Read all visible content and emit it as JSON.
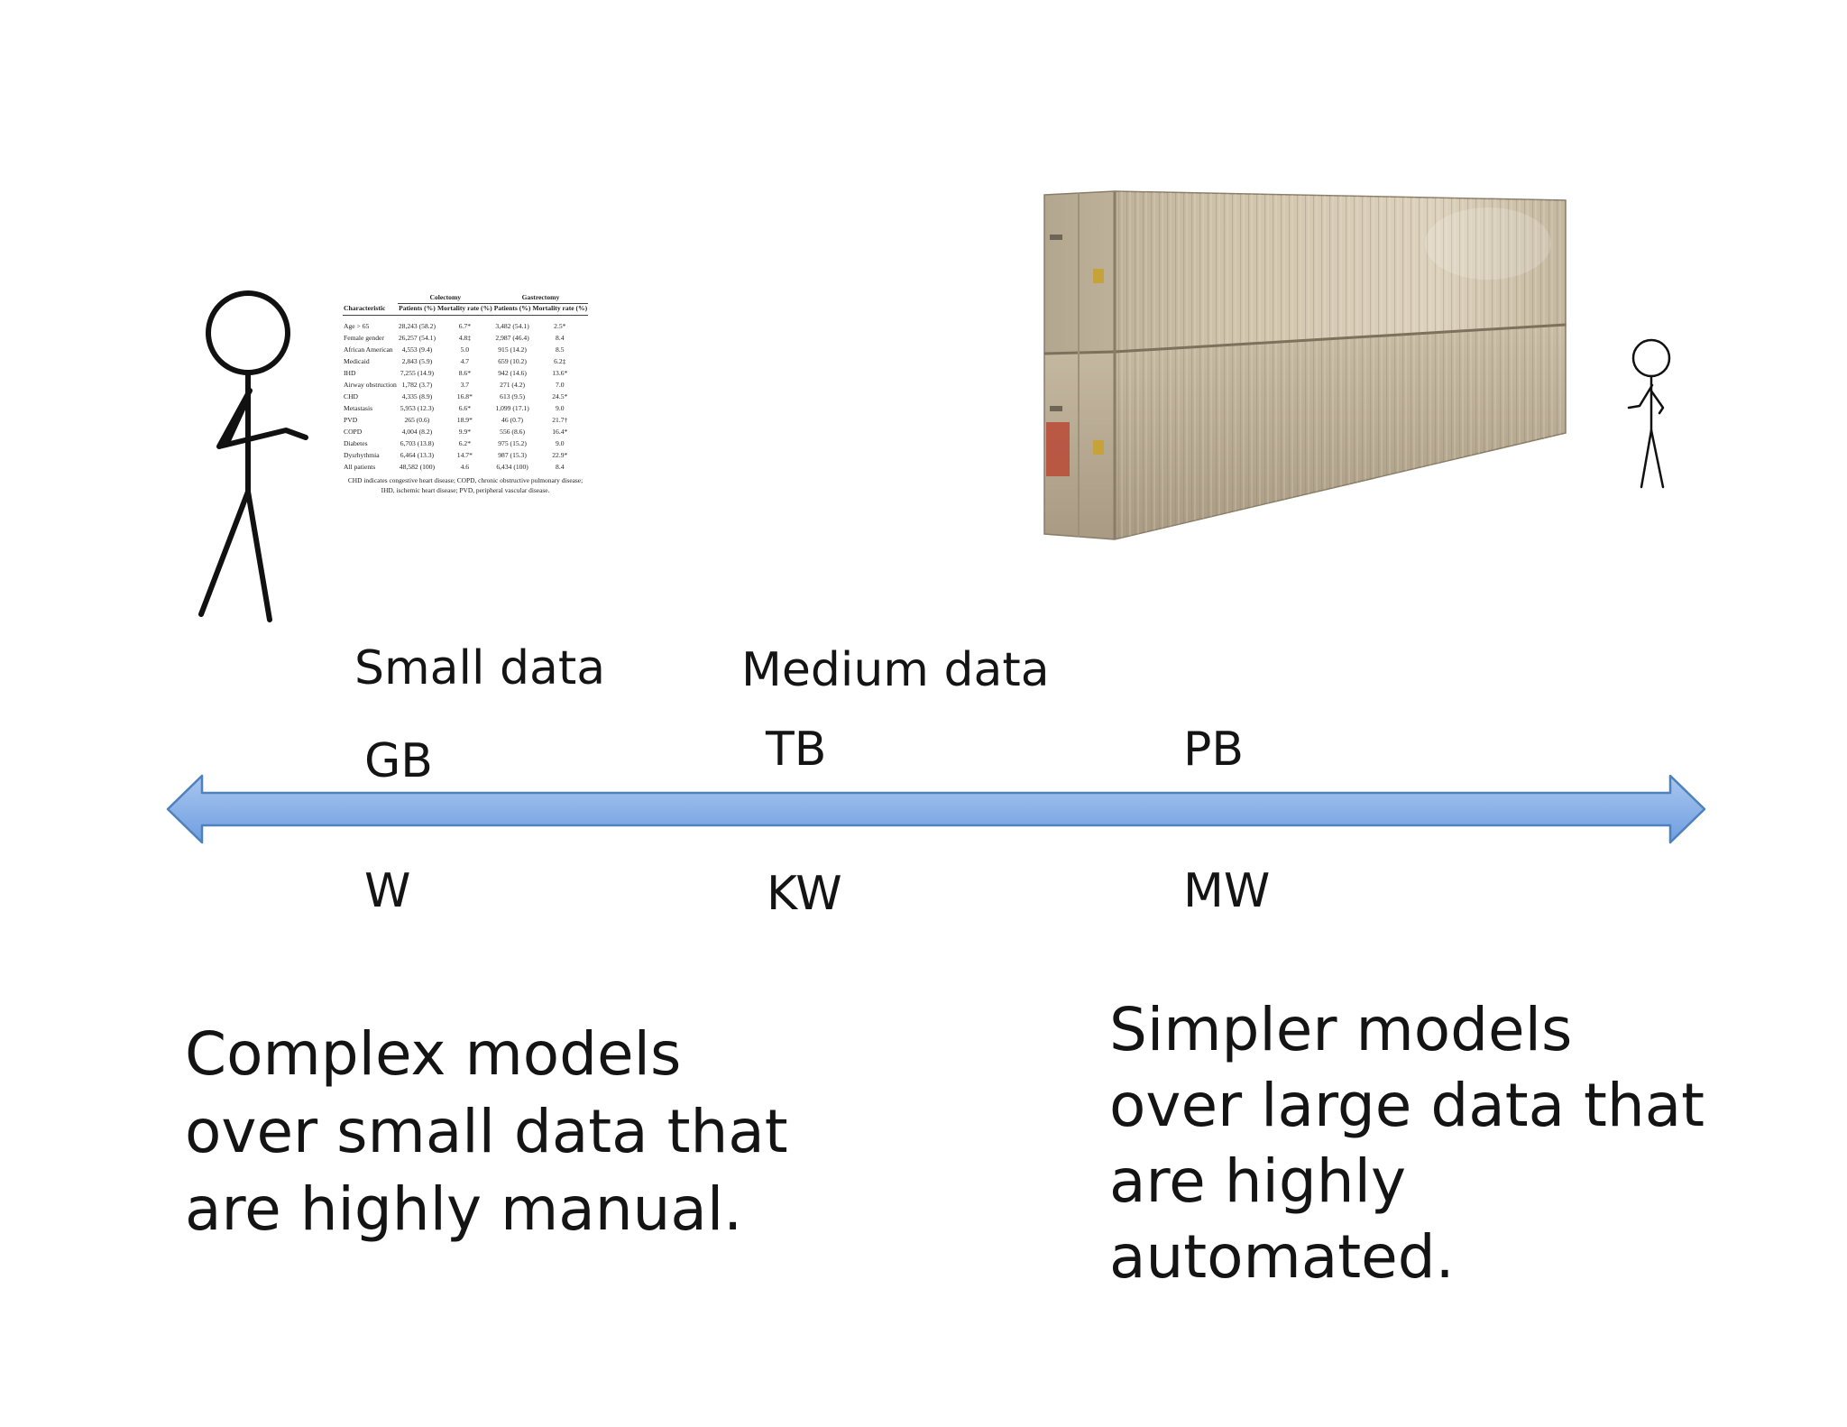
{
  "scale_labels": {
    "small_data": "Small data",
    "medium_data": "Medium data",
    "gb": "GB",
    "tb": "TB",
    "pb": "PB",
    "w": "W",
    "kw": "KW",
    "mw": "MW"
  },
  "captions": {
    "left": [
      "Complex models",
      "over small data that",
      "are highly manual."
    ],
    "right": [
      "Simpler models",
      "over large data that",
      "are highly",
      "automated."
    ]
  },
  "mini_table": {
    "group_headers": [
      "Colectomy",
      "Gastrectomy"
    ],
    "columns": [
      "Characteristic",
      "Patients (%)",
      "Mortality rate (%)",
      "Patients (%)",
      "Mortality rate (%)"
    ],
    "rows": [
      [
        "Age > 65",
        "28,243 (58.2)",
        "6.7*",
        "3,482 (54.1)",
        "2.5*"
      ],
      [
        "Female gender",
        "26,257 (54.1)",
        "4.8‡",
        "2,987 (46.4)",
        "8.4"
      ],
      [
        "African American",
        "4,553 (9.4)",
        "5.0",
        "915 (14.2)",
        "8.5"
      ],
      [
        "Medicaid",
        "2,843 (5.9)",
        "4.7",
        "659 (10.2)",
        "6.2‡"
      ],
      [
        "IHD",
        "7,255 (14.9)",
        "8.6*",
        "942 (14.6)",
        "13.6*"
      ],
      [
        "Airway obstruction",
        "1,782 (3.7)",
        "3.7",
        "271 (4.2)",
        "7.0"
      ],
      [
        "CHD",
        "4,335 (8.9)",
        "16.8*",
        "613 (9.5)",
        "24.5*"
      ],
      [
        "Metastasis",
        "5,953 (12.3)",
        "6.6*",
        "1,099 (17.1)",
        "9.0"
      ],
      [
        "PVD",
        "265 (0.6)",
        "18.9*",
        "46 (0.7)",
        "21.7†"
      ],
      [
        "COPD",
        "4,004 (8.2)",
        "9.9*",
        "556 (8.6)",
        "16.4*"
      ],
      [
        "Diabetes",
        "6,703 (13.8)",
        "6.2*",
        "975 (15.2)",
        "9.0"
      ],
      [
        "Dysrhythmia",
        "6,464 (13.3)",
        "14.7*",
        "987 (15.3)",
        "22.9*"
      ],
      [
        "All patients",
        "48,582 (100)",
        "4.6",
        "6,434 (100)",
        "8.4"
      ]
    ],
    "footnote": "CHD indicates congestive heart disease; COPD, chronic obstructive pulmonary disease; IHD, ischemic heart disease; PVD, peripheral vascular disease."
  },
  "colors": {
    "arrow_fill_top": "#a9c7ef",
    "arrow_fill_bottom": "#6f9ee0",
    "arrow_stroke": "#4f81bd",
    "container_body": "#c9bca4"
  },
  "icons": [
    "stick-figure-large-icon",
    "stick-figure-small-icon",
    "shipping-container-image"
  ]
}
